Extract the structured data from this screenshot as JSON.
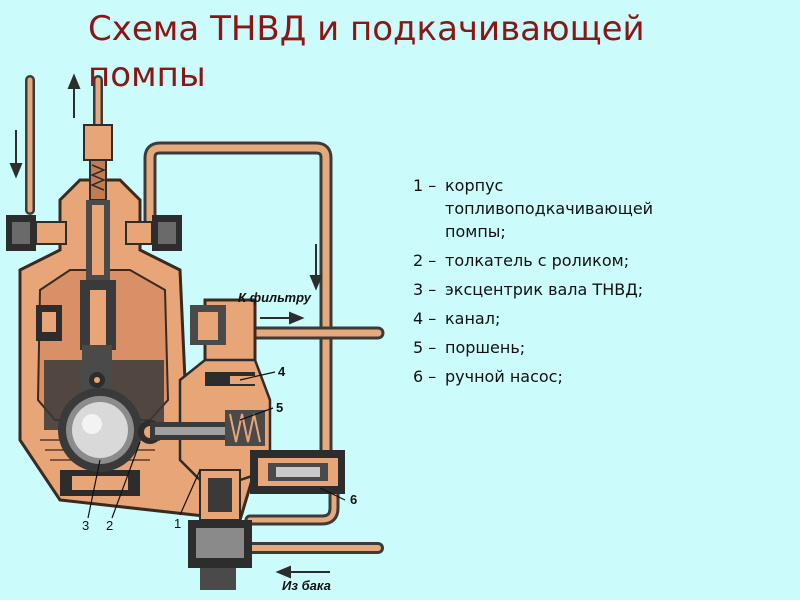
{
  "slide": {
    "title": "Схема ТНВД и подкачивающей помпы"
  },
  "diagram": {
    "flow_labels": {
      "to_filter": "К фильтру",
      "from_tank": "Из бака"
    },
    "callouts": [
      "1",
      "2",
      "3",
      "4",
      "5",
      "6"
    ]
  },
  "legend": [
    {
      "num": "1 –",
      "text": "корпус топливоподкачивающей помпы;"
    },
    {
      "num": "2 –",
      "text": "толкатель с роликом;"
    },
    {
      "num": "3 –",
      "text": "эксцентрик вала ТНВД;"
    },
    {
      "num": "4 –",
      "text": "канал;"
    },
    {
      "num": "5 –",
      "text": "поршень;"
    },
    {
      "num": "6 –",
      "text": "ручной насос;"
    }
  ],
  "colors": {
    "background": "#ccfbfb",
    "title": "#8a1616",
    "housing": "#e8a577",
    "housing_dark": "#c47b52",
    "steel": "#4a4a4a",
    "fuel": "#7a1c1c"
  }
}
